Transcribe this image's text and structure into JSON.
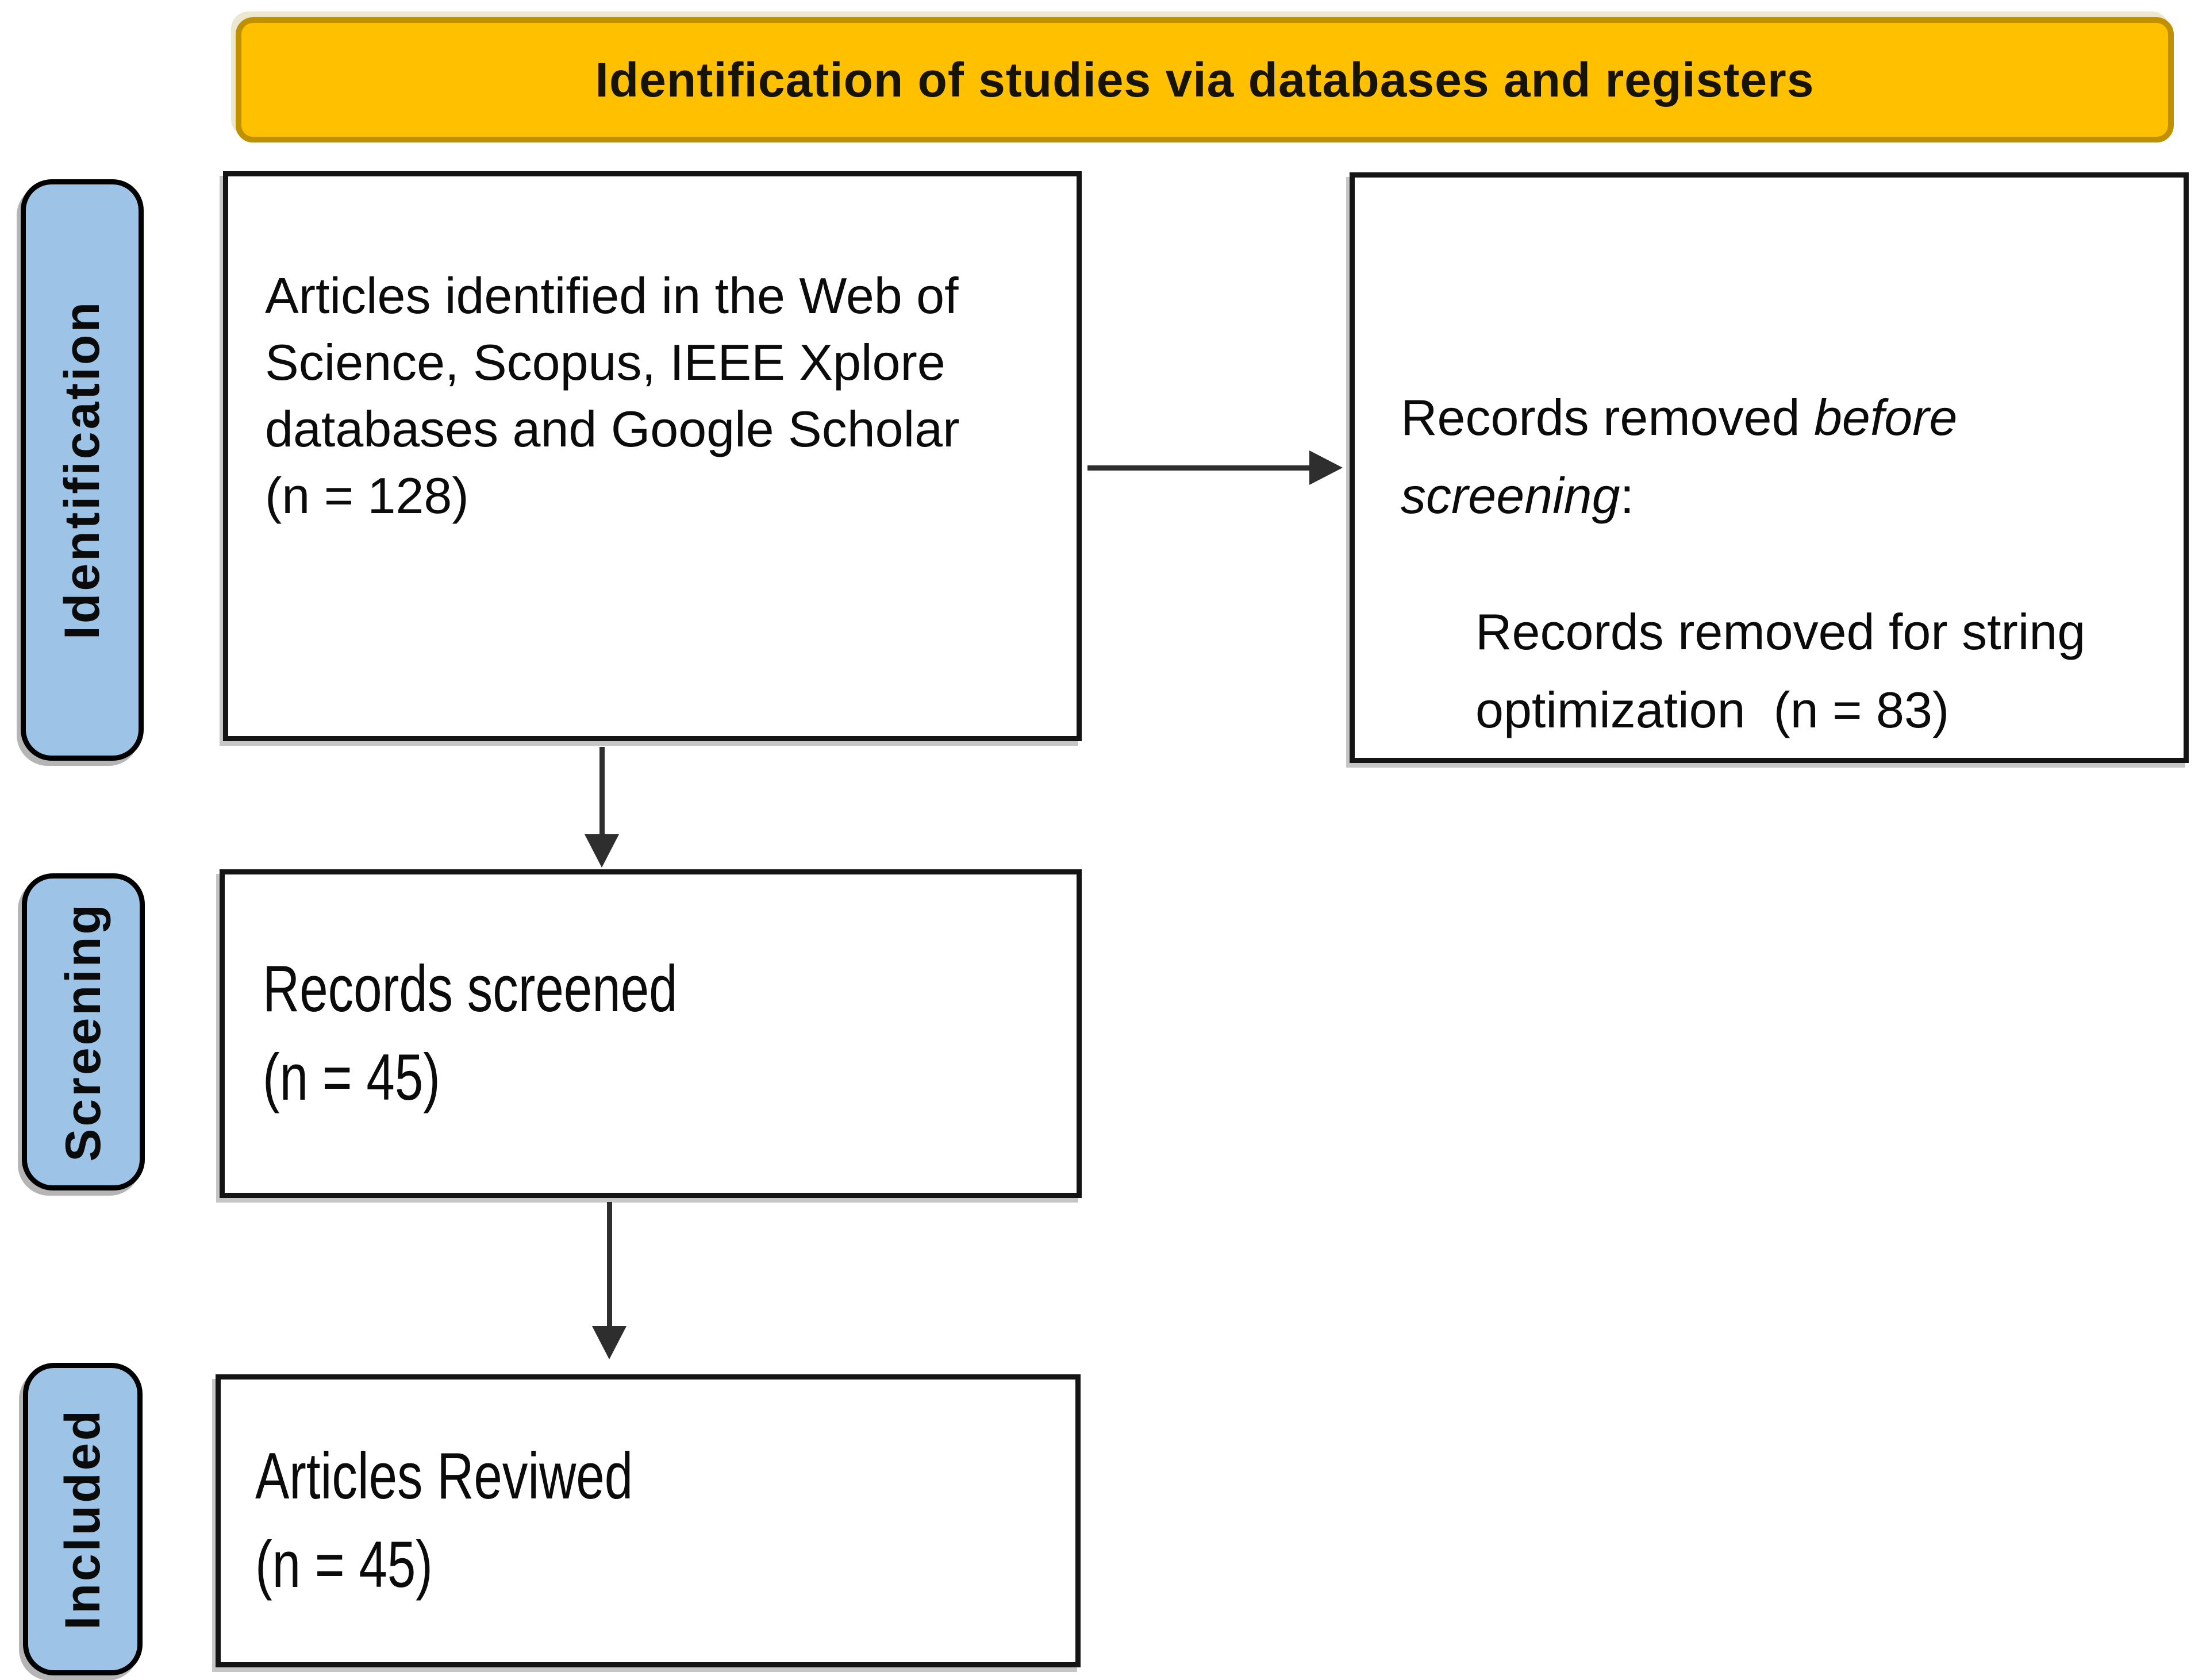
{
  "banner": {
    "title": "Identification of studies via databases and registers"
  },
  "stages": {
    "identification": "Identification",
    "screening": "Screening",
    "included": "Included"
  },
  "boxes": {
    "identified": {
      "text": "Articles identified in the Web of\nScience, Scopus, IEEE Xplore\ndatabases and Google Scholar\n(n = 128)"
    },
    "removed": {
      "lead": "Records removed ",
      "lead_italic": "before\nscreening",
      "lead_colon": ":",
      "reason": "Records removed for string\noptimization  (n = 83)"
    },
    "screened": {
      "text": "Records screened\n(n = 45)"
    },
    "reviewed": {
      "text": "Articles Reviwed\n(n = 45)"
    }
  },
  "colors": {
    "banner_bg": "#FFC000",
    "banner_border": "#BF9000",
    "stage_bg": "#9DC3E6",
    "box_border": "#141414",
    "arrow": "#2E2E2E",
    "ink": "#0B0B0B"
  }
}
